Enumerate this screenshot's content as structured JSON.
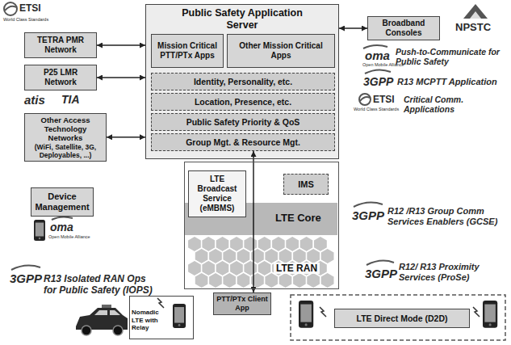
{
  "diagram": {
    "nodes": [
      {
        "text": [
          "Public Safety Application Server"
        ]
      },
      {
        "text": [
          "Mission Critical PTT/PTx Apps"
        ],
        "in": 0
      },
      {
        "text": [
          "Other Mission Critical Apps"
        ],
        "in": 0
      },
      {
        "text": [
          "Identity, Personality, etc."
        ],
        "in": 0
      },
      {
        "text": [
          "Location, Presence, etc."
        ],
        "in": 0
      },
      {
        "text": [
          "Public Safety Priority & QoS"
        ],
        "in": 0
      },
      {
        "text": [
          "Group Mgt. & Resource Mgt."
        ],
        "in": 0
      },
      {
        "text": [
          "Broadband Consoles"
        ]
      },
      {
        "text": [
          "TETRA PMR Network"
        ]
      },
      {
        "text": [
          "P25 LMR Network"
        ]
      },
      {
        "text": [
          "Other Access Technology Networks",
          "(WiFi, Satellite, 3G, Deployables, ...)"
        ]
      },
      {
        "text": [
          "Device Management"
        ]
      },
      {
        "text": [
          "LTE RAN"
        ]
      },
      {
        "text": [
          "LTE Broadcast Service (eMBMS)"
        ],
        "in": 12
      },
      {
        "text": [
          "IMS"
        ],
        "in": 12
      },
      {
        "text": [
          "LTE Core"
        ],
        "in": 12
      },
      {
        "text": [
          "Nomadic LTE with Relay"
        ]
      },
      {
        "text": [
          "PTT/PTx Client App"
        ]
      },
      {
        "text": [
          "LTE Direct Mode (D2D)"
        ]
      }
    ],
    "edges": [
      {
        "from": 8,
        "to": 0,
        "arrow": "both"
      },
      {
        "from": 9,
        "to": 0,
        "arrow": "both"
      },
      {
        "from": 10,
        "to": 0,
        "arrow": "both"
      },
      {
        "from": 0,
        "to": 7,
        "arrow": "both"
      },
      {
        "from": 6,
        "to": 17,
        "arrow": "both"
      }
    ],
    "labels": [
      "ETSI",
      "World Class Standards",
      "atis",
      "TIA",
      "oma",
      "Open Mobile Alliance",
      "3GPP",
      "R13 Isolated RAN Ops for Public Safety (IOPS)",
      "NPSTC",
      "oma",
      "Open Mobile Alliance",
      "Push-to-Communicate for Public Safety",
      "3GPP",
      "R13 MCPTT Application",
      "ETSI",
      "World Class Standards",
      "Critical Comm. Applications",
      "3GPP",
      "R12 /R13 Group Comm Services Enablers (GCSE)",
      "3GPP",
      "R12/ R13 Proximity Services (ProSe)"
    ]
  }
}
